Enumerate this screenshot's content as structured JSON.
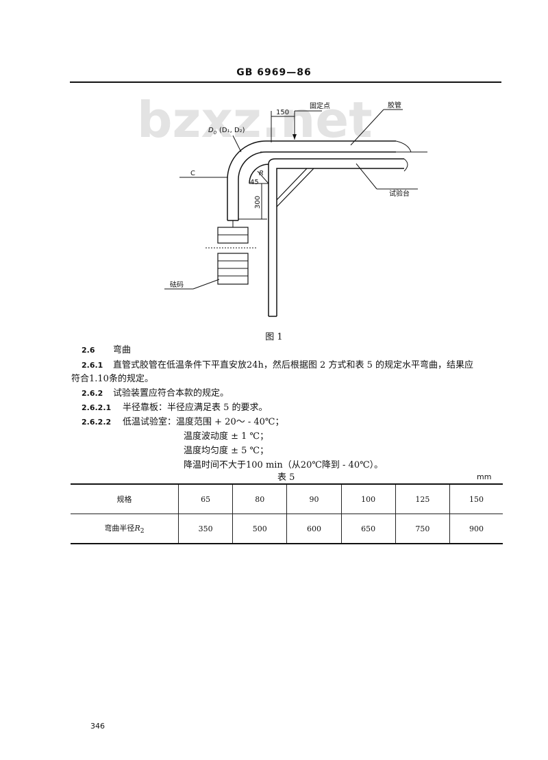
{
  "header": {
    "standard_code": "GB 6969—86"
  },
  "watermark": "bzxz.net",
  "figure": {
    "labels": {
      "dim_150": "150",
      "fixed_point": "固定点",
      "hose": "胶管",
      "diameter_D": "D",
      "diameter_D_sub": "0",
      "diameter_paren": "(D₁, D₂)",
      "point_c": "C",
      "angle_45": "45",
      "radius_R": "R",
      "dim_300": "300",
      "test_bench": "试验台",
      "weights": "砝码"
    },
    "caption": "图 1"
  },
  "section_2_6": {
    "num": "2.6",
    "text": "弯曲"
  },
  "section_2_6_1": {
    "num": "2.6.1",
    "line1": "直管式胶管在低温条件下平直安放24h，然后根据图 2 方式和表 5 的规定水平弯曲，结果应",
    "line2": "符合1.10条的规定。"
  },
  "section_2_6_2": {
    "num": "2.6.2",
    "text": "试验装置应符合本款的规定。"
  },
  "section_2_6_2_1": {
    "num": "2.6.2.1",
    "text": "半径靠板：半径应满足表 5 的要求。"
  },
  "section_2_6_2_2": {
    "num": "2.6.2.2",
    "label": "低温试验室：",
    "item1": "温度范围 + 20～ - 40℃；",
    "item2": "温度波动度 ± 1 ℃；",
    "item3": "温度均匀度 ± 5 ℃；",
    "item4": "降温时间不大于100 min（从20℃降到 - 40℃）。"
  },
  "table5": {
    "title": "表 5",
    "unit": "mm",
    "row1_header": "规格",
    "row2_header": "弯曲半径",
    "row2_header_symbol": "R",
    "row2_header_sub": "2",
    "specs": [
      "65",
      "80",
      "90",
      "100",
      "125",
      "150"
    ],
    "radii": [
      "350",
      "500",
      "600",
      "650",
      "750",
      "900"
    ]
  },
  "page_number": "346"
}
